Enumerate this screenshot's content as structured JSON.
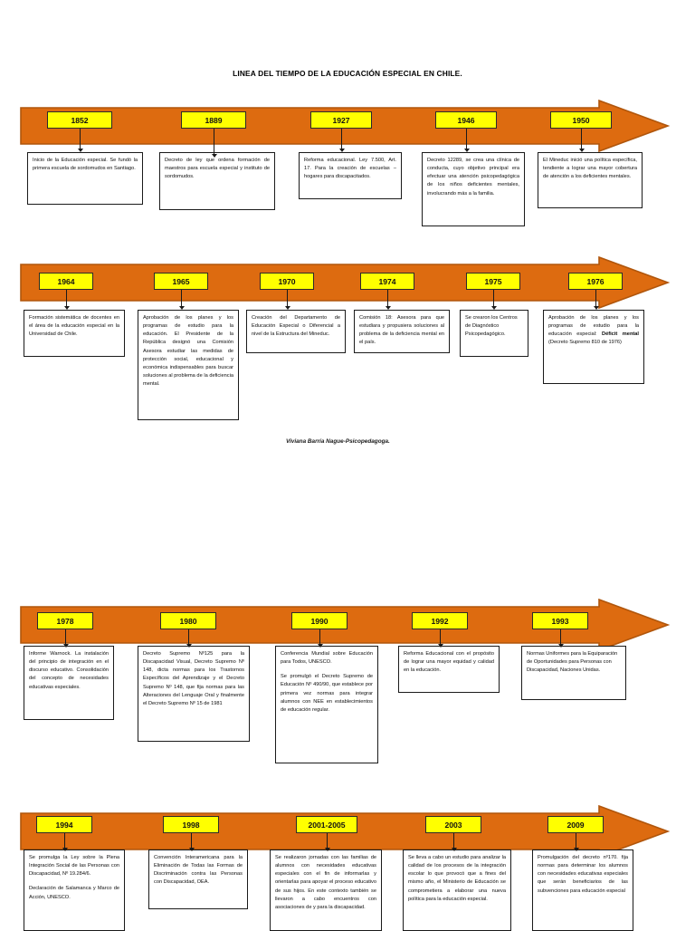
{
  "document": {
    "title": "LINEA DEL TIEMPO DE LA EDUCACIÓN ESPECIAL EN CHILE.",
    "signature": "Viviana Barría Nague-Psicopedagoga.",
    "colors": {
      "arrow_fill": "#DD6B10",
      "arrow_stroke": "#B0560C",
      "chip_fill": "#FFFF00",
      "chip_border": "#2B2B2B",
      "box_border": "#1A1A1A",
      "text": "#000000",
      "page_background": "#FFFFFF"
    }
  },
  "rows": [
    {
      "id": "row-1",
      "name": "timeline-row-1852-1950",
      "events": [
        {
          "year": "1852",
          "paragraphs": [
            "Inicio de la Educación especial. Se fundó la primera escuela de sordomudos en Santiago."
          ]
        },
        {
          "year": "1889",
          "paragraphs": [
            "Decreto de ley que ordena formación de maestros para escuela especial y instituto de sordomudos."
          ]
        },
        {
          "year": "1927",
          "paragraphs": [
            "Reforma educacional. Ley 7.500, Art. 17. Para la creación de escuelas –hogares para discapacitados."
          ]
        },
        {
          "year": "1946",
          "paragraphs": [
            "Decreto 12289, se crea una clínica de conducta, cuyo objetivo principal era efectuar una atención psicopedagógica de los niños deficientes mentales, involucrando más a la familia."
          ]
        },
        {
          "year": "1950",
          "paragraphs": [
            "El Mineduc inició una política específica, tendiente a lograr una mayor cobertura de atención a los deficientes mentales."
          ]
        }
      ]
    },
    {
      "id": "row-2",
      "name": "timeline-row-1964-1976",
      "events": [
        {
          "year": "1964",
          "paragraphs": [
            "Formación sistemática de docentes en el área de la educación especial en la Universidad de Chile."
          ]
        },
        {
          "year": "1965",
          "paragraphs": [
            "Aprobación de los planes y los programas de estudio para la educación. El Presidente de la República designó una Comisión Asesora estudiar las medidas de protección social, educacional y económica indispensables para buscar soluciones al problema de la deficiencia mental."
          ]
        },
        {
          "year": "1970",
          "paragraphs": [
            "Creación del Departamento de Educación Especial o Diferencial a nivel de la Estructura del Mineduc."
          ]
        },
        {
          "year": "1974",
          "paragraphs": [
            "Comisión 18: Asesora para que estudiara y propusiera soluciones al problema de la deficiencia mental en el país."
          ]
        },
        {
          "year": "1975",
          "paragraphs": [
            "Se crearon los Centros de Diagnóstico Psicopedagógico."
          ]
        },
        {
          "year": "1976",
          "rich": true,
          "paragraphs": [
            "Aprobación de los planes y los programas de estudio para la educación especial: "
          ],
          "bold_text": "Déficit mental",
          "tail_text": " (Decreto Supremo 810 de 1976)"
        }
      ]
    },
    {
      "id": "row-3",
      "name": "timeline-row-1978-1993",
      "events": [
        {
          "year": "1978",
          "paragraphs": [
            "Informe Warnock. La instalación del principio de integración en el discurso educativo. Consolidación del concepto de necesidades educativas especiales."
          ]
        },
        {
          "year": "1980",
          "paragraphs": [
            "Decreto Supremo Nº125 para la Discapacidad Visual, Decreto Supremo Nº 148, dicta normas para los Trastornos Específicos del Aprendizaje y el Decreto Supremo Nº 148, que fija normas para las Alteraciones del Lenguaje Oral y finalmente el Decreto Supremo Nº 15 de 1981"
          ]
        },
        {
          "year": "1990",
          "paragraphs": [
            "Conferencia Mundial sobre Educación para Todos, UNESCO.",
            "Se promulgó el Decreto Supremo de Educación Nº 490/90, que establece por primera vez normas para integrar alumnos con NEE en establecimientos de educación regular."
          ]
        },
        {
          "year": "1992",
          "paragraphs": [
            "Reforma Educacional con el propósito de lograr una mayor equidad y calidad en la educación."
          ]
        },
        {
          "year": "1993",
          "paragraphs": [
            "Normas Uniformes para la Equiparación de Oportunidades para Personas con Discapacidad, Naciones Unidas."
          ]
        }
      ]
    },
    {
      "id": "row-4",
      "name": "timeline-row-1994-2009",
      "events": [
        {
          "year": "1994",
          "paragraphs": [
            "Se promulga la Ley sobre la Plena Integración Social de las Personas con Discapacidad, Nº 19.284/6.",
            "Declaración de Salamanca y Marco de Acción, UNESCO."
          ]
        },
        {
          "year": "1998",
          "paragraphs": [
            "Convención Interamericana para la Eliminación de Todas las Formas de Discriminación contra las Personas con Discapacidad, OEA."
          ]
        },
        {
          "year": "2001-2005",
          "paragraphs": [
            "Se realizaron jornadas con las familias de alumnos con necesidades educativas especiales con el fin de informarlas y orientarlas para apoyar el proceso educativo de sus hijos. En este contexto también se llevaron a cabo encuentros con asociaciones de y para la discapacidad."
          ]
        },
        {
          "year": "2003",
          "paragraphs": [
            "Se lleva a cabo un estudio para analizar la calidad de los procesos de la integración escolar lo que provocó que a fines del mismo año, el Ministerio de Educación se comprometiera a elaborar una nueva política para la educación especial."
          ]
        },
        {
          "year": "2009",
          "paragraphs": [
            "Promulgación del decreto nº170. fija normas para determinar los alumnos con necesidades educativas especiales que serán beneficiarios de las subvenciones para educación especial"
          ]
        }
      ]
    }
  ]
}
